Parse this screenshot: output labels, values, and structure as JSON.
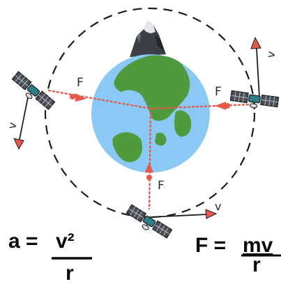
{
  "diagram": {
    "force_label": "F",
    "velocity_label": "v",
    "formulas": {
      "acceleration": {
        "lhs": "a =",
        "numerator": "v²",
        "denominator": "r"
      },
      "force": {
        "lhs": "F =",
        "numerator": "mv",
        "denominator": "r"
      }
    },
    "colors": {
      "ocean": "#8ac9f5",
      "land": "#4f9a3c",
      "force_arrow": "#e8584a",
      "velocity_arrow": "#e8584a",
      "orbit": "#1c1c1c",
      "mountain": "#3c3f47"
    }
  }
}
